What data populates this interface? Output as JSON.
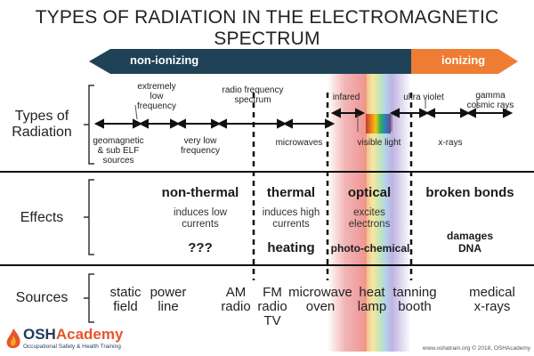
{
  "title": "TYPES OF RADIATION IN THE ELECTROMAGNETIC SPECTRUM",
  "banner": {
    "left_label": "non-ionizing",
    "right_label": "ionizing",
    "left_color": "#1f4256",
    "right_color": "#ee7d33"
  },
  "rows": {
    "types": "Types of\nRadiation",
    "effects": "Effects",
    "sources": "Sources"
  },
  "types": {
    "elf": "extremely\nlow\nfrequency",
    "rf": "radio frequency\nspectrum",
    "infrared": "infared",
    "uv": "ultra violet",
    "gamma": "gamma\ncosmic rays",
    "geomagnetic": "geomagnetic\n& sub ELF\nsources",
    "vlf": "very low\nfrequency",
    "microwaves": "microwaves",
    "visible": "visible light",
    "xrays": "x-rays"
  },
  "effects": {
    "nonthermal": "non-thermal",
    "nonthermal_desc": "induces low\ncurrents",
    "nonthermal_q": "???",
    "thermal": "thermal",
    "thermal_desc": "induces high\ncurrents",
    "heating": "heating",
    "optical": "optical",
    "optical_desc": "excites\nelectrons",
    "photochem": "photo-chemical",
    "broken": "broken bonds",
    "damages": "damages\nDNA"
  },
  "sources": {
    "static": "static\nfield",
    "power": "power\nline",
    "am": "AM\nradio",
    "fm": "FM\nradio\nTV",
    "microwave": "microwave\noven",
    "heat": "heat\nlamp",
    "tanning": "tanning\nbooth",
    "medical": "medical\nx-rays"
  },
  "footer": {
    "logo_osh": "OSH",
    "logo_academy": "Academy",
    "logo_tagline": "Occupational Safety & Health Training",
    "credit": "www.oshatrain.org © 2018, OSHAcademy"
  }
}
